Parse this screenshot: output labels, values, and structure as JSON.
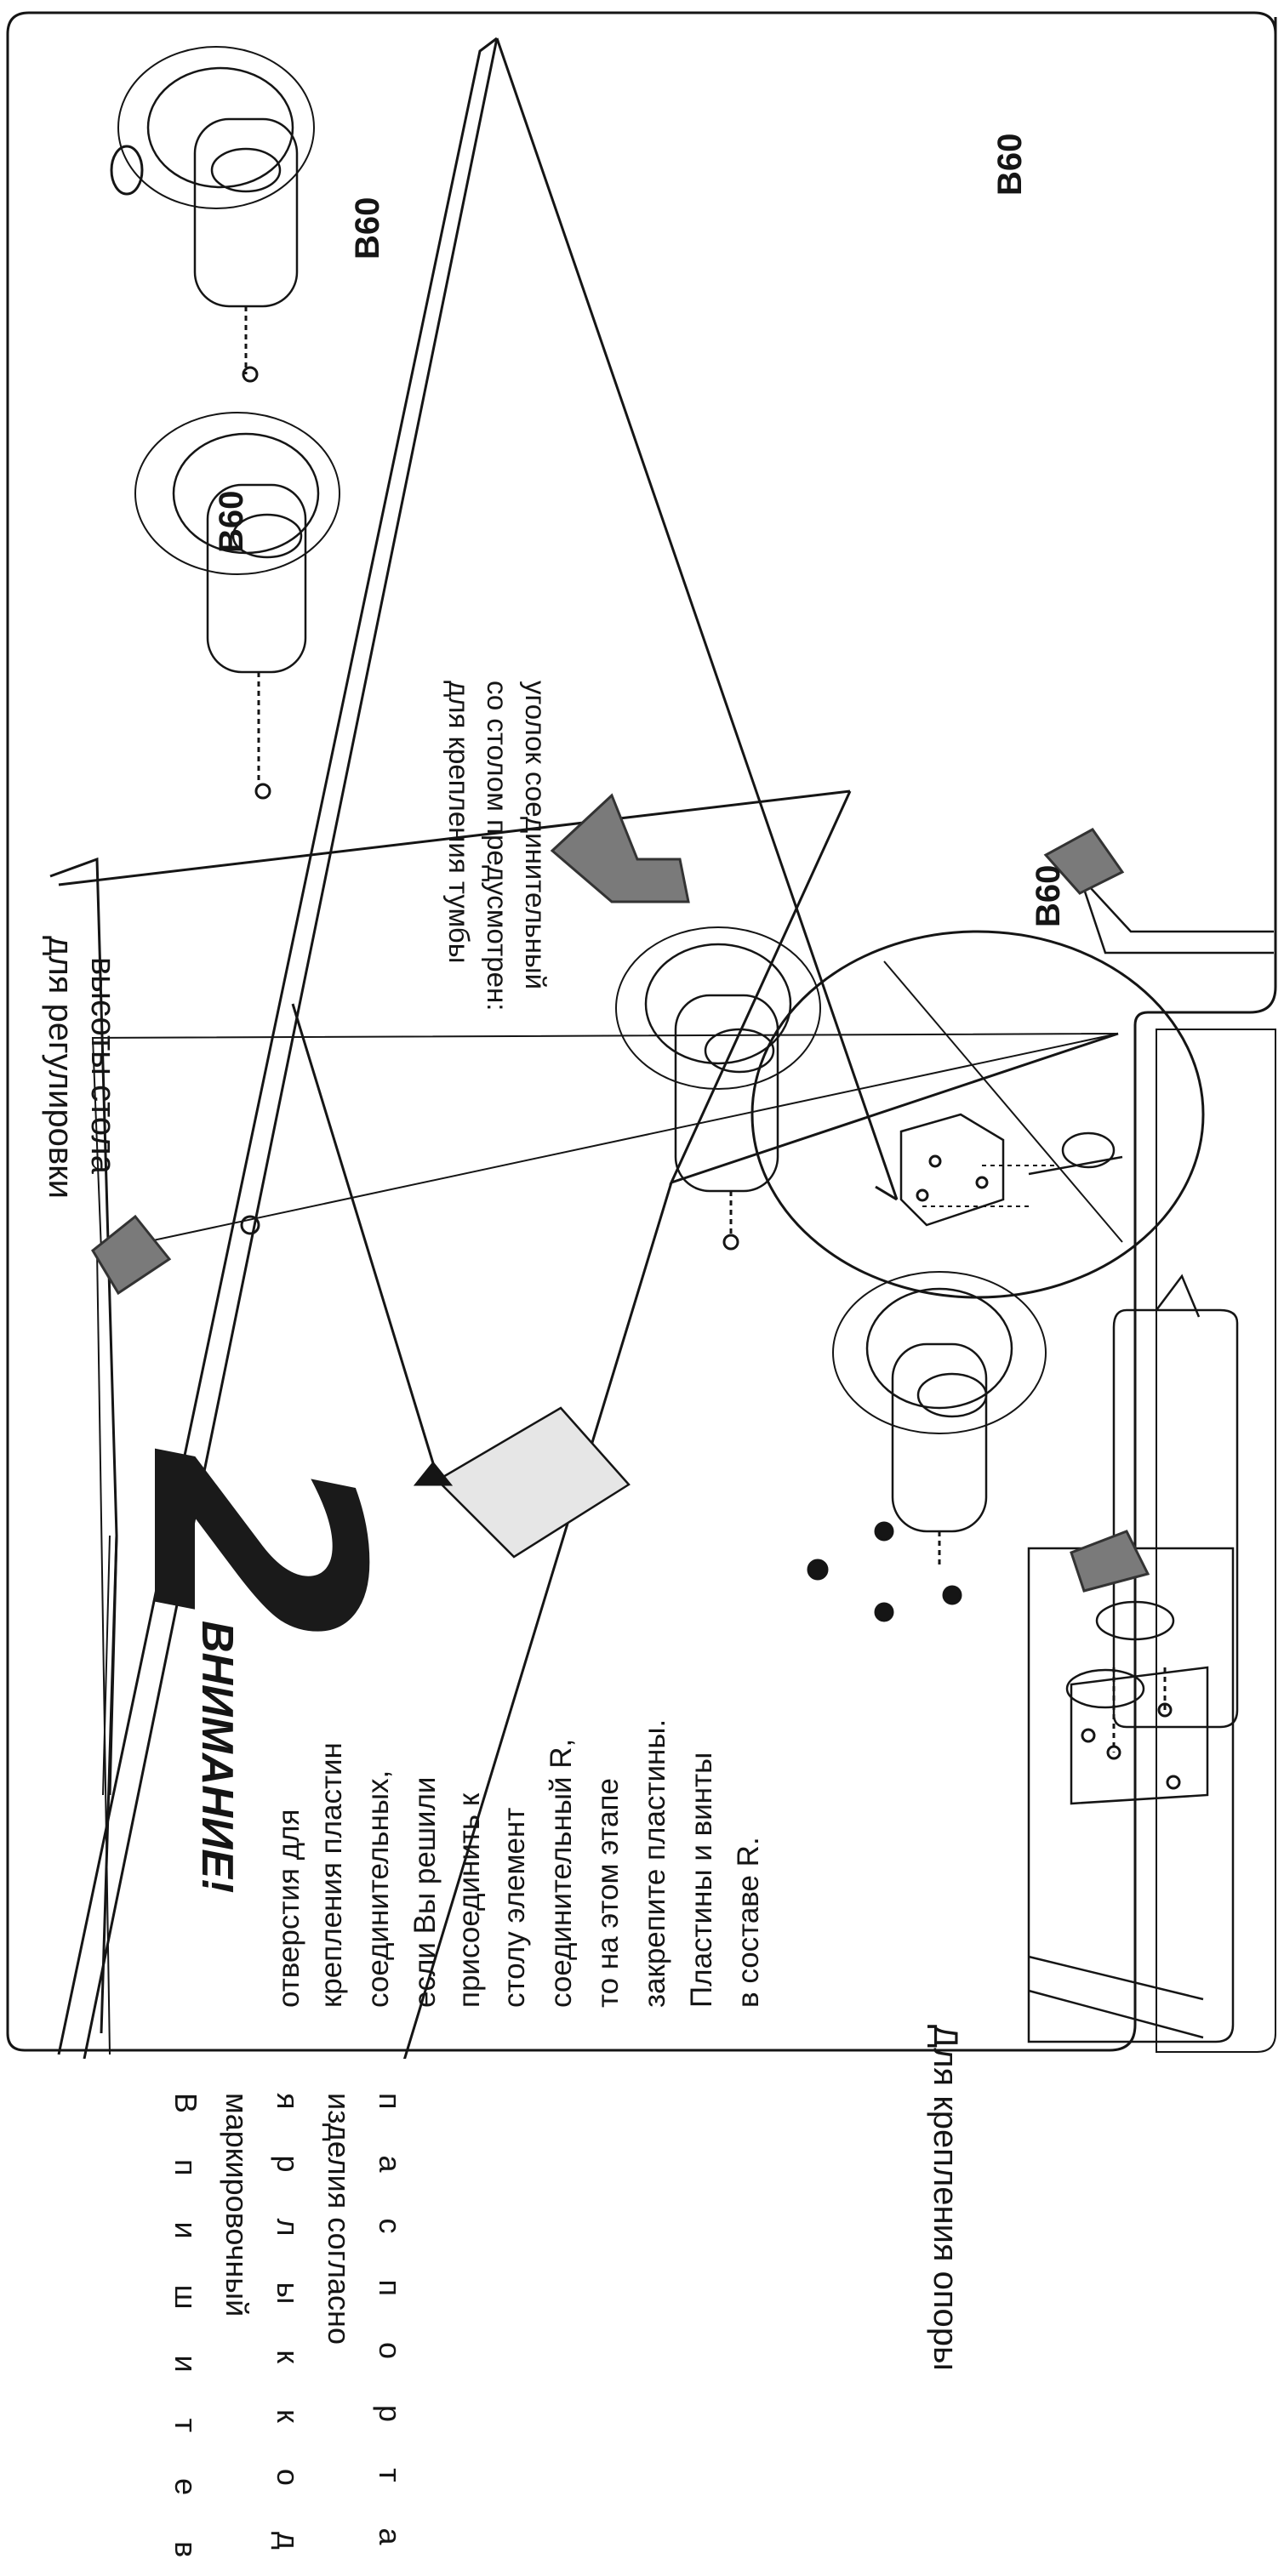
{
  "step": {
    "number": "2"
  },
  "warning": {
    "title": "ВНИМАНИЕ!",
    "lines": [
      "отверстия для",
      "крепления пластин",
      "соединительных,",
      "если Вы решили",
      "присоединить к",
      "столу элемент",
      "соединительный R,",
      "то на этом этапе",
      "закрепите пластины.",
      "Пластины и винты",
      "в составе R."
    ]
  },
  "callout_height": {
    "lines": [
      "для регулировки",
      "высоты стола"
    ]
  },
  "callout_cabinet": {
    "lines": [
      "для крепления тумбы",
      "со столом предусмотрен:",
      "уголок соединительный"
    ]
  },
  "support_label": "Для крепления опоры",
  "label_note": {
    "lines": [
      "В п и ш и т е   в",
      "маркировочный",
      "я р л ы к   к о д",
      "изделия согласно",
      "п а с п о р т а"
    ]
  },
  "fastener_labels": [
    "B60",
    "B60",
    "B60",
    "B60"
  ],
  "colors": {
    "ink": "#151515",
    "hand": "#7a7a7a",
    "label_fill": "#e6e6e6"
  },
  "icons": [
    "pointing-hand-icon",
    "screw-icon",
    "cam-bolt-icon",
    "rotation-arrow-icon"
  ]
}
